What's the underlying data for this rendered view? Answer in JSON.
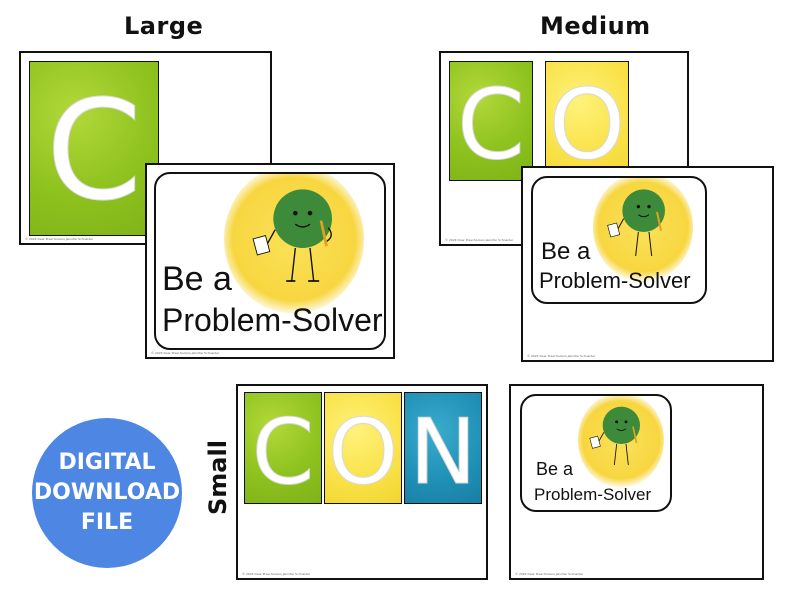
{
  "labels": {
    "large": "Large",
    "medium": "Medium",
    "small": "Small"
  },
  "badge": {
    "line1": "DIGITAL",
    "line2": "DOWNLOAD",
    "line3": "FILE",
    "color": "#4d86e3"
  },
  "letters": {
    "large": [
      "C"
    ],
    "medium": [
      "C",
      "O"
    ],
    "small": [
      "C",
      "O",
      "N"
    ]
  },
  "poster": {
    "line1": "Be a",
    "line2": "Problem-Solver",
    "character": "green-ball-character-icon"
  },
  "copyright": "© 2024 Dear Preschoolers·Jennifer Schneider",
  "colors": {
    "green": "#8ec21e",
    "yellow": "#f9e24a",
    "teal": "#1f8fb5",
    "character": "#3d8a3a"
  }
}
